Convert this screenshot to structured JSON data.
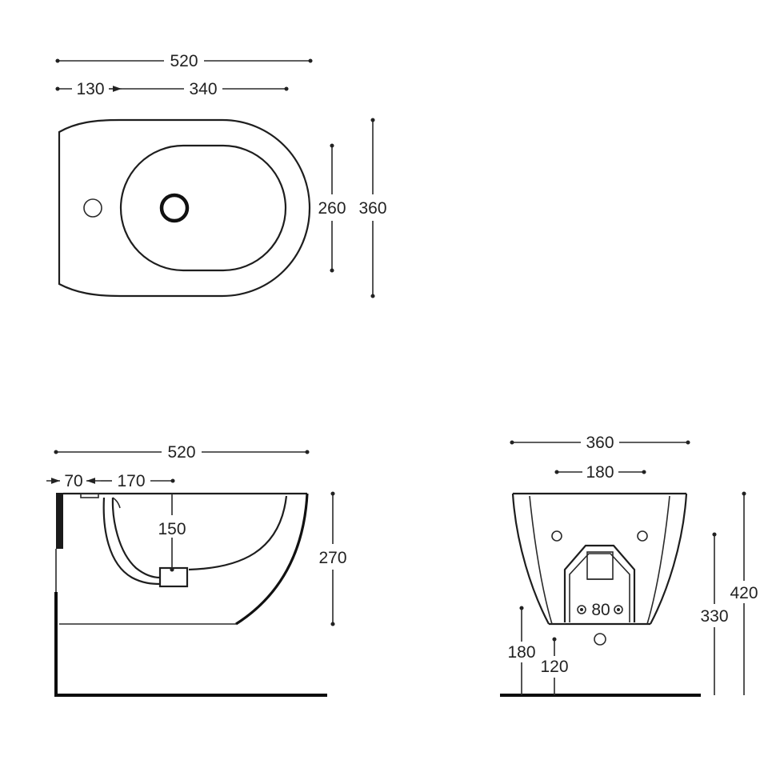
{
  "views": {
    "top": {
      "overall_length": "520",
      "tap_offset": "130",
      "bowl_length": "340",
      "bowl_width": "260",
      "overall_width": "360"
    },
    "side": {
      "overall_length": "520",
      "wall_offset": "70",
      "rim_offset": "170",
      "bowl_depth": "150",
      "height": "270"
    },
    "front": {
      "overall_width": "360",
      "fixing_spacing": "180",
      "waste_spacing": "80",
      "fixing_height": "180",
      "waste_height": "120",
      "rim_height": "330",
      "overall_height": "420"
    }
  }
}
